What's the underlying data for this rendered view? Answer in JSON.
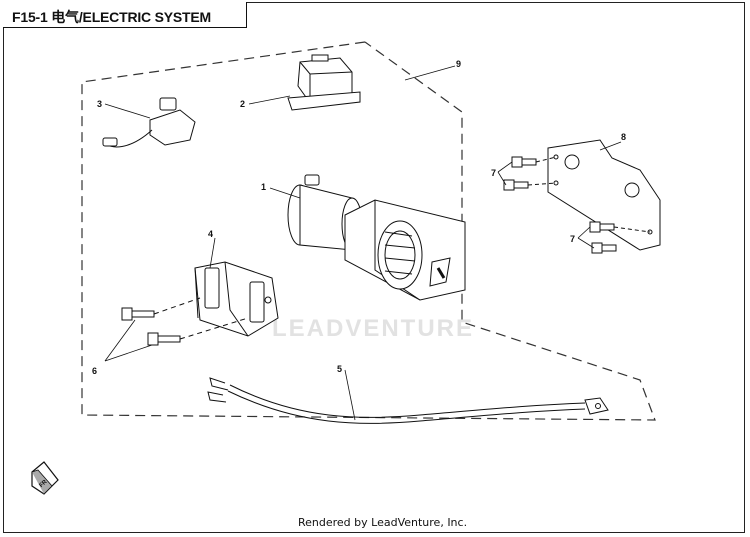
{
  "title": "F15-1 电气/ELECTRIC SYSTEM",
  "watermark": "LEADVENTURE",
  "footer": "Rendered by LeadVenture, Inc.",
  "direction_badge": "FR",
  "callouts": {
    "c1": "1",
    "c2": "2",
    "c3": "3",
    "c4": "4",
    "c5": "5",
    "c6": "6",
    "c7a": "7",
    "c7b": "7",
    "c8": "8",
    "c9": "9"
  },
  "colors": {
    "line": "#111111",
    "watermark": "#e2e2e2"
  }
}
